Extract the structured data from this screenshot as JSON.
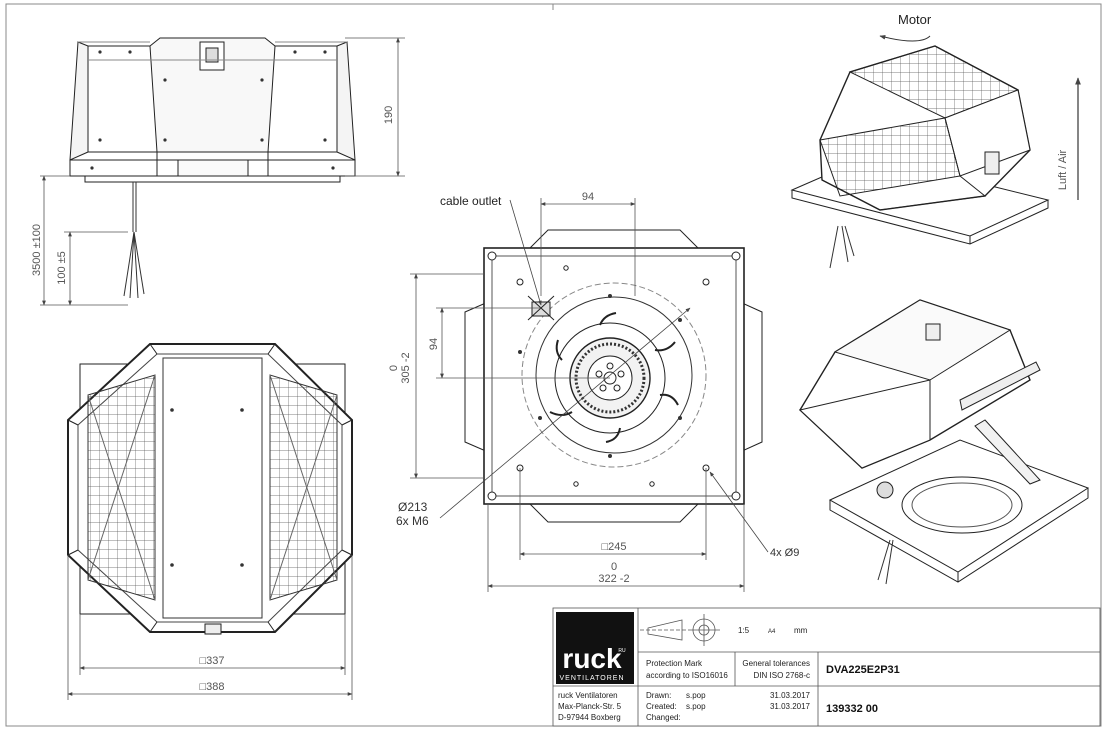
{
  "drawing": {
    "top_note": "Motor",
    "air_direction": "Luft / Air",
    "cable_label": "cable outlet",
    "dims": {
      "height_190": "190",
      "cable_len": "3500 ±100",
      "cable_strip": "100 ±5",
      "sq337": "□337",
      "sq388": "□388",
      "d94_top": "94",
      "d94_side": "94",
      "d305_a": "0",
      "d305_b": "305 -2",
      "sq245": "□245",
      "d322_a": "0",
      "d322_b": "322 -2",
      "holes": "4x Ø9",
      "d213_a": "Ø213",
      "d213_b": "6x M6"
    }
  },
  "title_block": {
    "brand": "ruck",
    "brand_sup": "RU",
    "brand_sub": "VENTILATOREN",
    "scale": "1:5",
    "paper": "A4",
    "unit": "mm",
    "protection_1": "Protection Mark",
    "protection_2": "according to ISO16016",
    "tol_1": "General tolerances",
    "tol_2": "DIN ISO 2768-c",
    "product": "DVA225E2P31",
    "addr_1": "ruck Ventilatoren",
    "addr_2": "Max-Planck-Str. 5",
    "addr_3": "D-97944 Boxberg",
    "drawn_label": "Drawn:",
    "drawn_by": "s.pop",
    "drawn_date": "31.03.2017",
    "created_label": "Created:",
    "created_by": "s.pop",
    "created_date": "31.03.2017",
    "changed_label": "Changed:",
    "number": "139332 00"
  }
}
